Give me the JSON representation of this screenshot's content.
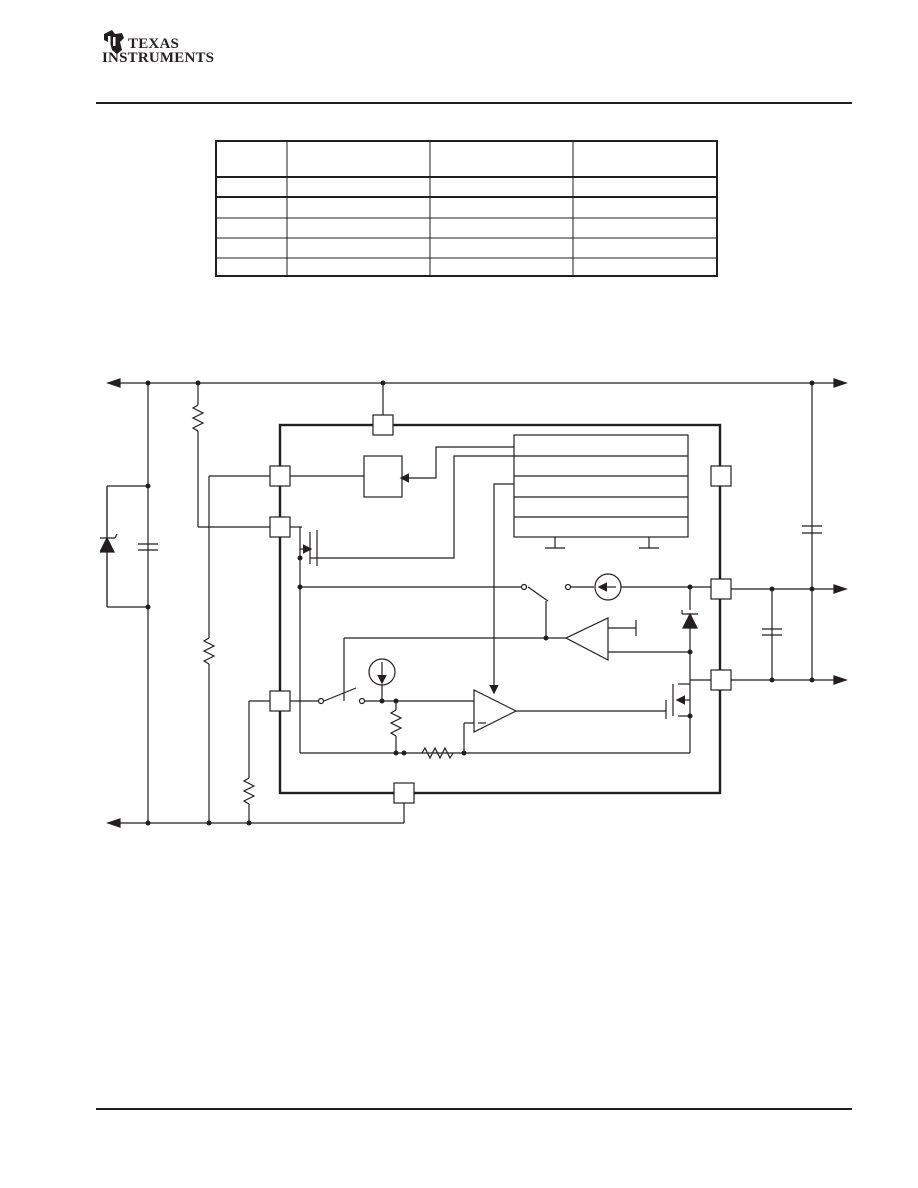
{
  "header": {
    "logo_line1": "TEXAS",
    "logo_line2": "INSTRUMENTS"
  },
  "colors": {
    "ink": "#231f20",
    "background": "#ffffff"
  },
  "table": {
    "columns": 4,
    "body_rows": 5,
    "cells_blank": true
  },
  "schematic": {
    "labels_blank": true
  }
}
